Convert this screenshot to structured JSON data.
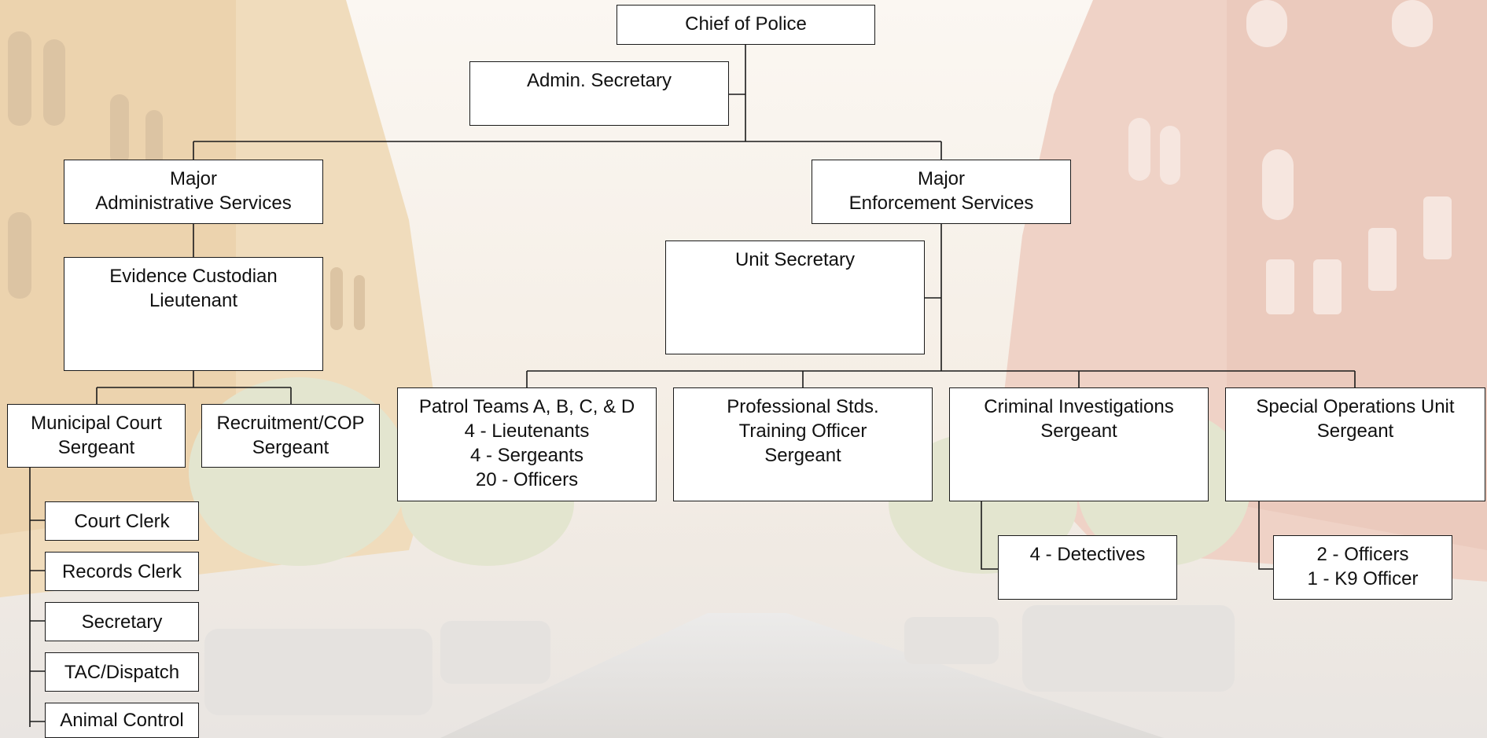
{
  "colors": {
    "box_border": "#1a1a1a",
    "box_fill": "#ffffff",
    "line": "#1a1a1a",
    "background_tint": "#efe4d4"
  },
  "background": {
    "kind": "faded street scene with historic brick buildings"
  },
  "org_chart": {
    "chief": {
      "lines": [
        "Chief of Police"
      ]
    },
    "admin_secretary": {
      "lines": [
        "Admin. Secretary"
      ]
    },
    "major_admin": {
      "lines": [
        "Major",
        "Administrative Services"
      ]
    },
    "major_enforcement": {
      "lines": [
        "Major",
        "Enforcement Services"
      ]
    },
    "evidence_custodian": {
      "lines": [
        "Evidence Custodian",
        "Lieutenant"
      ]
    },
    "unit_secretary": {
      "lines": [
        "Unit Secretary"
      ]
    },
    "municipal_court": {
      "lines": [
        "Municipal Court",
        "Sergeant"
      ]
    },
    "recruitment": {
      "lines": [
        "Recruitment/COP",
        "Sergeant"
      ]
    },
    "court_clerk": {
      "lines": [
        "Court Clerk"
      ]
    },
    "records_clerk": {
      "lines": [
        "Records Clerk"
      ]
    },
    "secretary": {
      "lines": [
        "Secretary"
      ]
    },
    "tac_dispatch": {
      "lines": [
        "TAC/Dispatch"
      ]
    },
    "animal_control": {
      "lines": [
        "Animal Control"
      ]
    },
    "patrol_teams": {
      "lines": [
        "Patrol Teams A, B, C, & D",
        "4 - Lieutenants",
        "4 - Sergeants",
        "20 - Officers"
      ]
    },
    "professional_stds": {
      "lines": [
        "Professional Stds.",
        "Training Officer",
        "Sergeant"
      ]
    },
    "criminal_investigations": {
      "lines": [
        "Criminal Investigations",
        "Sergeant"
      ]
    },
    "special_operations": {
      "lines": [
        "Special Operations Unit",
        "Sergeant"
      ]
    },
    "detectives": {
      "lines": [
        "4 - Detectives"
      ]
    },
    "special_ops_staff": {
      "lines": [
        "2 - Officers",
        "1 - K9 Officer"
      ]
    }
  }
}
